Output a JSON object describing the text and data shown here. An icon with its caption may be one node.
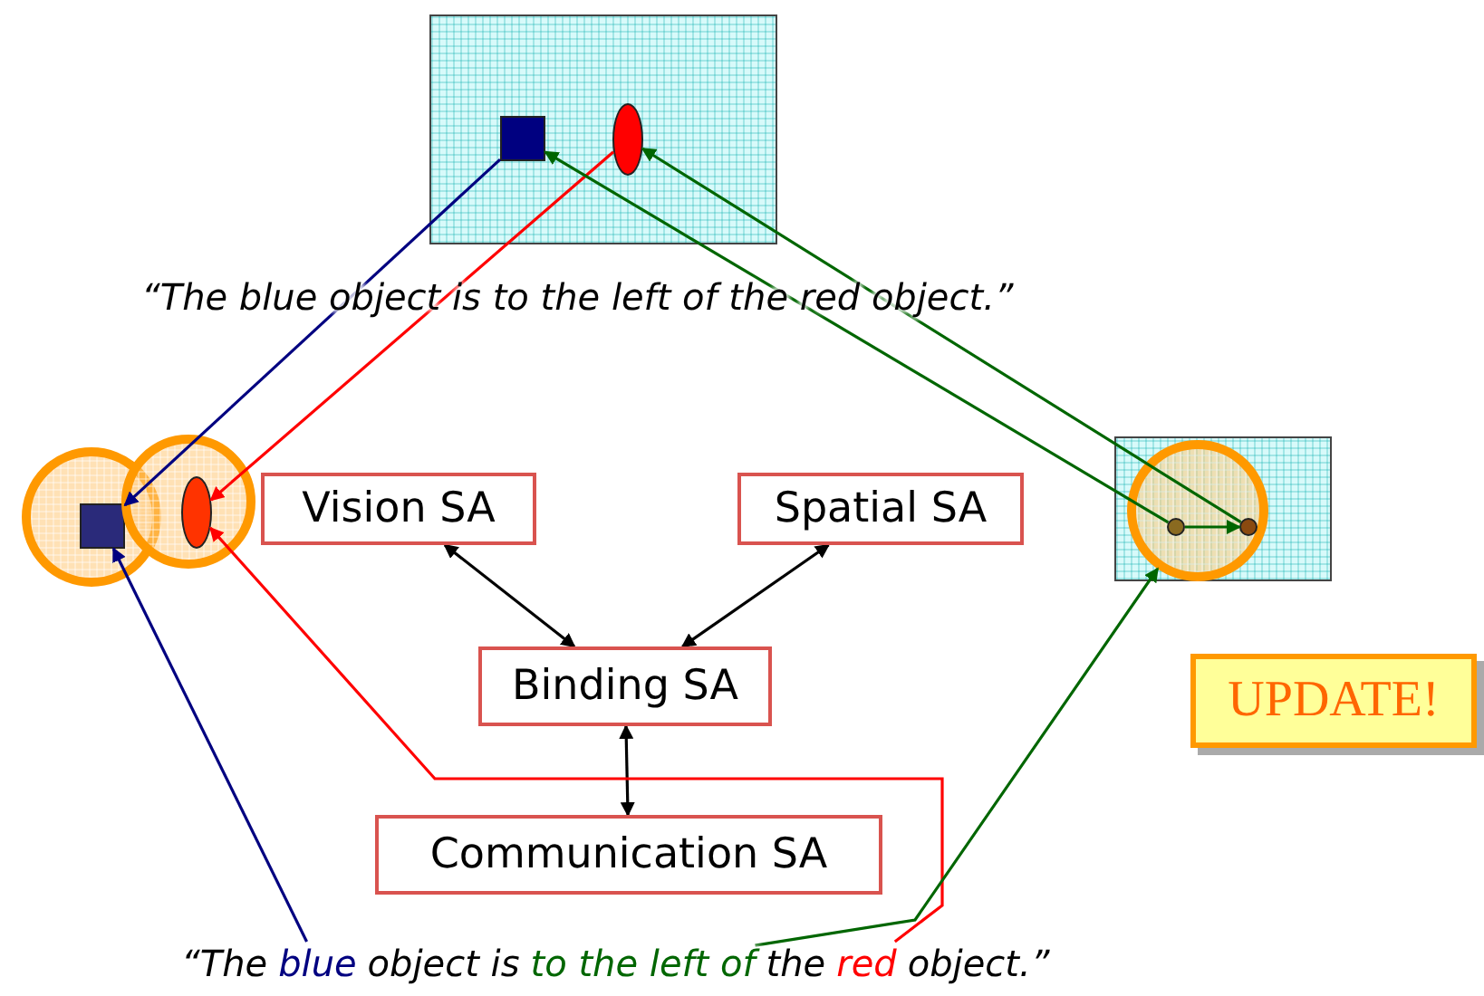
{
  "diagram": {
    "nodes": [
      {
        "text": [],
        "shape": "box"
      },
      {
        "text": [],
        "shape": "box",
        "in": 0
      },
      {
        "text": [],
        "shape": "ellipse",
        "in": 0
      },
      {
        "text": [],
        "shape": "circle"
      },
      {
        "text": [],
        "shape": "box",
        "in": 3
      },
      {
        "text": [],
        "shape": "circle"
      },
      {
        "text": [],
        "shape": "ellipse",
        "in": 5
      },
      {
        "text": [
          "Vision SA"
        ]
      },
      {
        "text": [
          "Spatial SA"
        ]
      },
      {
        "text": [
          "Binding SA"
        ]
      },
      {
        "text": [
          "Communication SA"
        ]
      },
      {
        "text": [],
        "shape": "box"
      },
      {
        "text": [],
        "shape": "circle",
        "in": 11
      },
      {
        "text": [],
        "shape": "circle",
        "in": 12
      },
      {
        "text": [],
        "shape": "circle",
        "in": 12
      },
      {
        "text": [
          "UPDATE!"
        ]
      },
      {
        "text": [
          "“The",
          "blue",
          "object is",
          "to the left of",
          "the",
          "red",
          "object.”"
        ]
      }
    ],
    "edges": [
      {
        "from": 1,
        "to": 4,
        "arrow": "to",
        "color": "#000080"
      },
      {
        "from": 2,
        "to": 6,
        "arrow": "to",
        "color": "#ff0000"
      },
      {
        "from": 13,
        "to": 1,
        "arrow": "to",
        "color": "#006600"
      },
      {
        "from": 14,
        "to": 2,
        "arrow": "to",
        "color": "#006600"
      },
      {
        "from": 13,
        "to": 14,
        "arrow": "to",
        "color": "#006600"
      },
      {
        "from": 7,
        "to": 9,
        "arrow": "both",
        "color": "#000000"
      },
      {
        "from": 8,
        "to": 9,
        "arrow": "both",
        "color": "#000000"
      },
      {
        "from": 9,
        "to": 10,
        "arrow": "both",
        "color": "#000000"
      },
      {
        "from": 16,
        "to": 4,
        "arrow": "to",
        "color": "#000080"
      },
      {
        "from": 16,
        "to": 6,
        "arrow": "to",
        "color": "#ff0000"
      },
      {
        "from": 16,
        "to": 12,
        "arrow": "to",
        "color": "#006600"
      }
    ],
    "labels": [
      "“The blue object is to the left of the red object.”"
    ]
  }
}
